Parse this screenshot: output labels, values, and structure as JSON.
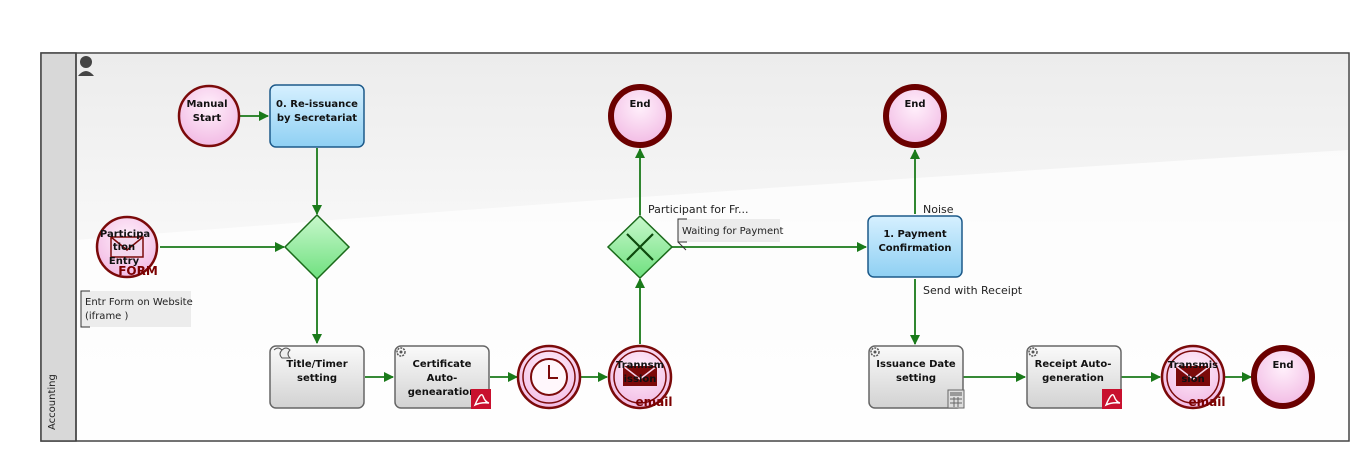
{
  "lane": {
    "label": "Accounting"
  },
  "events": {
    "manual_start": [
      "Manual",
      "Start"
    ],
    "participation_entry": [
      "Participa",
      "tion",
      "Entry"
    ],
    "participation_badge": "FORM",
    "end_top_middle": "End",
    "end_top_right": "End",
    "end_bottom_right": "End",
    "transmission1": [
      "Trannsm",
      "ission"
    ],
    "transmission1_badge": "email",
    "transmission2": [
      "Transmis",
      "sion"
    ],
    "transmission2_badge": "email"
  },
  "tasks": {
    "reissuance": [
      "0. Re-issuance",
      "by Secretariat"
    ],
    "title_timer": [
      "Title/Timer",
      "setting"
    ],
    "certificate": [
      "Certificate",
      "Auto-",
      "genearation"
    ],
    "payment": [
      "1. Payment",
      "Confirmation"
    ],
    "issuance_date": [
      "Issuance Date",
      "setting"
    ],
    "receipt": [
      "Receipt Auto-",
      "generation"
    ]
  },
  "flow_labels": {
    "participant_for": "Participant for Fr...",
    "noise": "Noise",
    "send_with_receipt": "Send with Receipt"
  },
  "annotations": {
    "entry_form": [
      "Entr Form on Website",
      "(iframe )"
    ],
    "waiting_payment": "Waiting for Payment"
  },
  "colors": {
    "flow": "#1a7a1a",
    "event_border": "#7b0a0a",
    "event_fill": "#f9d4f0",
    "task_blue": "#a9dcf7",
    "task_gray": "#e2e2e2",
    "gateway": "#8ee89a"
  }
}
